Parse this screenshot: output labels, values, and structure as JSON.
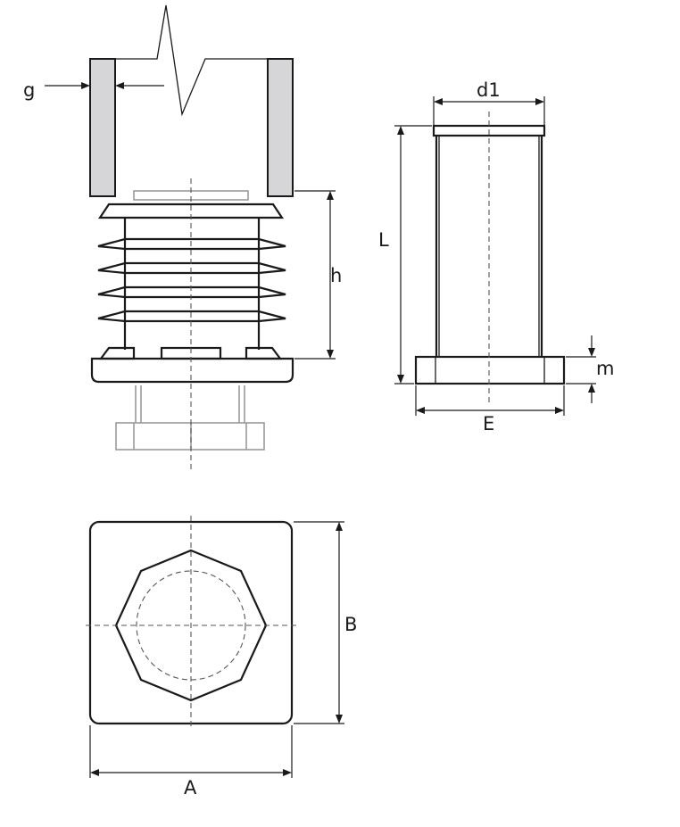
{
  "labels": {
    "g": "g",
    "h": "h",
    "d1": "d1",
    "L": "L",
    "m": "m",
    "E": "E",
    "B": "B",
    "A": "A"
  },
  "colors": {
    "line": "#1a1a1a",
    "tube_fill": "#d6d6d8",
    "ghost_line": "#9a9a9a"
  }
}
